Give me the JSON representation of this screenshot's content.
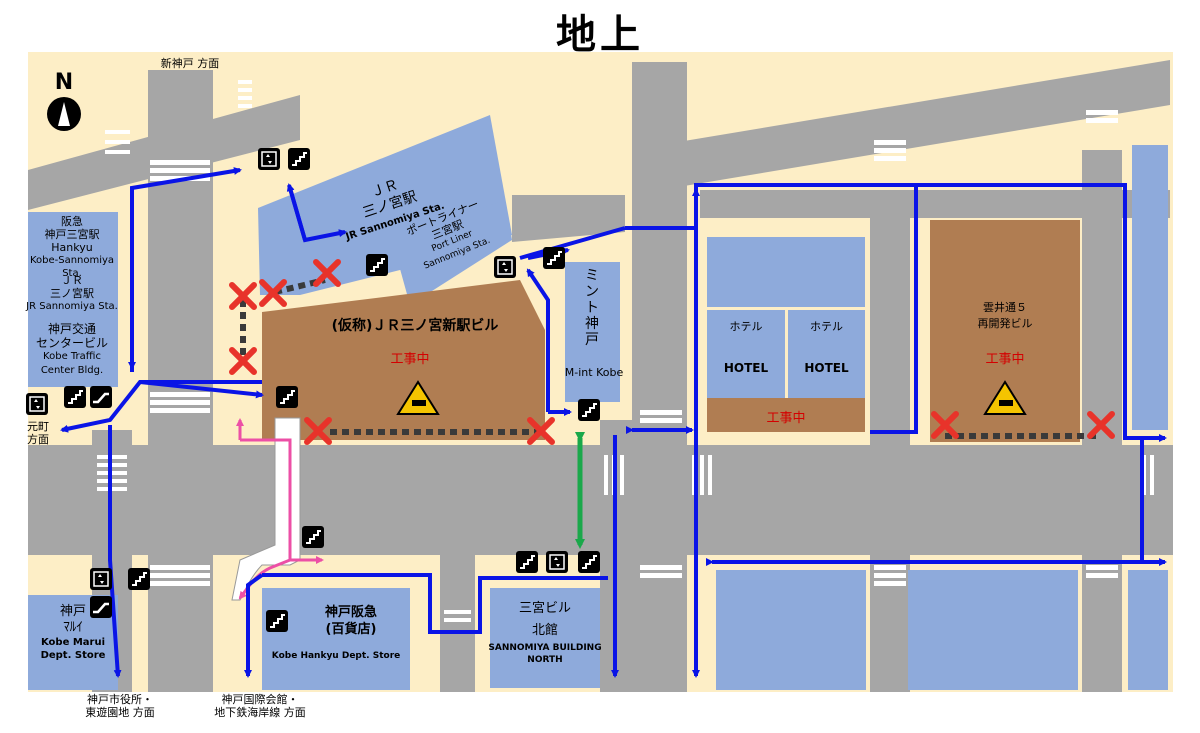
{
  "title": "地上",
  "north": "N",
  "labels": {
    "shinkobe": "新神戸 方面",
    "hankyu_line1": "阪急",
    "hankyu_line2": "神戸三宮駅",
    "hankyu_line3": "Hankyu",
    "hankyu_line4": "Kobe-Sannomiya Sta.",
    "jr_left_line1": "ＪＲ",
    "jr_left_line2": "三ノ宮駅",
    "jr_left_line3": "JR Sannomiya Sta.",
    "traffic_line1": "神戸交通",
    "traffic_line2": "センタービル",
    "traffic_line3": "Kobe Traffic",
    "traffic_line4": "Center Bldg.",
    "motomachi_line1": "元町",
    "motomachi_line2": "方面",
    "cityhall_line1": "神戸市役所・",
    "cityhall_line2": "東遊園地 方面",
    "intl_line1": "神戸国際会館・",
    "intl_line2": "地下鉄海岸線 方面"
  },
  "buildings": {
    "jr_station_line1": "ＪＲ",
    "jr_station_line2": "三ノ宮駅",
    "jr_station_en": "JR Sannomiya Sta.",
    "portliner_line1": "ポートライナー",
    "portliner_line2": "三宮駅",
    "portliner_line3": "Port Liner",
    "portliner_line4": "Sannomiya Sta.",
    "new_jr_bldg": "(仮称)ＪＲ三ノ宮新駅ビル",
    "under_construction": "工事中",
    "mint_jp": "ミント神戸",
    "mint_en": "M-int Kobe",
    "hotel1_jp": "ホテル",
    "hotel1_en": "HOTEL",
    "hotel2_jp": "ホテル",
    "hotel2_en": "HOTEL",
    "hotel_construction": "工事中",
    "kumoi_line1": "雲井通５",
    "kumoi_line2": "再開発ビル",
    "kumoi_construction": "工事中",
    "marui_line1": "神戸",
    "marui_line2": "ﾏﾙｲ",
    "marui_line3": "Kobe Marui",
    "marui_line4": "Dept. Store",
    "hankyu_dept_line1": "神戸阪急",
    "hankyu_dept_line2": "(百貨店)",
    "hankyu_dept_en": "Kobe Hankyu Dept. Store",
    "sannomiya_line1": "三宮ビル",
    "sannomiya_line2": "北館",
    "sannomiya_line3": "SANNOMIYA BUILDING",
    "sannomiya_line4": "NORTH"
  },
  "colors": {
    "background": "#fdeec6",
    "road": "#a6a6a6",
    "building": "#8eaadb",
    "construction": "#b07d52",
    "route_blue": "#0a14e6",
    "route_green": "#1aa84a",
    "route_pink": "#ec4fa6",
    "closed_red": "#e8332a"
  }
}
